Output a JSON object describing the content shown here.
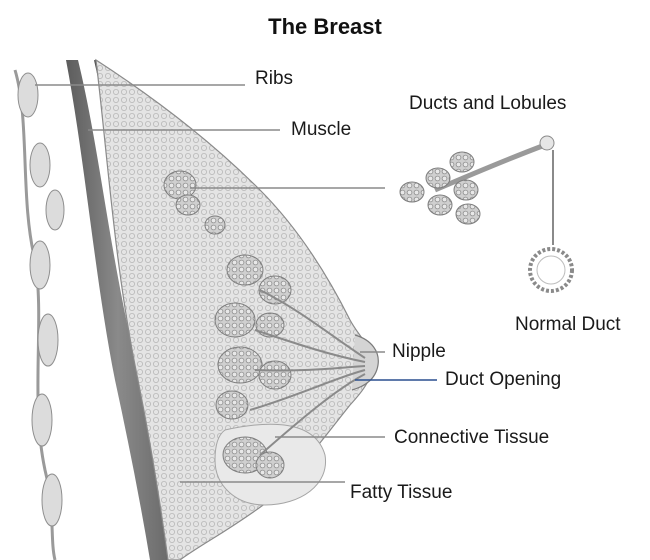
{
  "title": "The Breast",
  "labels": {
    "ribs": "Ribs",
    "muscle": "Muscle",
    "ducts_and_lobules": "Ducts and Lobules",
    "normal_duct": "Normal Duct",
    "nipple": "Nipple",
    "duct_opening": "Duct Opening",
    "connective_tissue": "Connective Tissue",
    "fatty_tissue": "Fatty Tissue"
  },
  "colors": {
    "tissue_fill": "#d9d9d9",
    "muscle_dark": "#6e6e6e",
    "leader_line": "#8a8a8a",
    "duct_opening_line": "#2a4f8f"
  }
}
